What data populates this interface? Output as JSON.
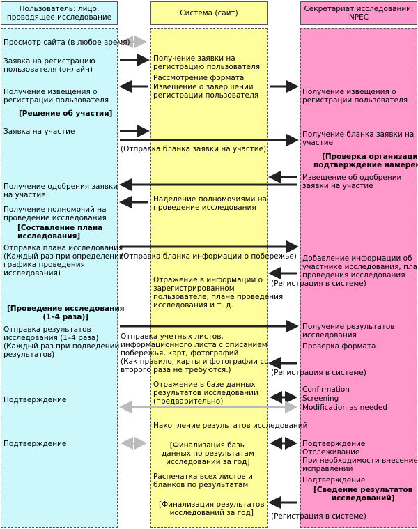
{
  "headers": {
    "user": "Пользователь: лицо,\nпроводящее исследование",
    "system": "Система (сайт)",
    "secretariat": "Секретариат исследований:\nNPEC"
  },
  "user": {
    "browse": "Просмотр сайта (в любое время)",
    "apply_reg": "Заявка на регистрацию\nпользователя (онлайн)",
    "recv_reg_notice": "Получение извещения о\nрегистрации пользователя",
    "decision": "[Решение об участии]",
    "apply_participation": "Заявка на участие",
    "recv_approval": "Получение одобрения заявки\nна участие",
    "recv_authority": "Получение полномочий на\nпроведение исследования",
    "plan_heading": "[Составление плана\nисследования]",
    "send_plan": "Отправка плана исследования\n(Каждый раз при определении\nграфика проведения\nисследования)",
    "conduct": "[Проведение исследования\n(1–4 раза)]",
    "send_results": "Отправка результатов\nисследования (1–4 раза)\n(Каждый раз при подведении\nрезультатов)",
    "confirm1": "Подтверждение",
    "confirm2": "Подтверждение"
  },
  "system": {
    "recv_reg": "Получение заявки на\nрегистрацию пользователя",
    "check_format": "Рассмотрение формата",
    "reg_complete": "Извещение о завершении\nрегистрации пользователя",
    "send_form": "(Отправка бланка заявки на участие)",
    "grant_authority": "Наделение полномочиями на\nпроведение исследования",
    "send_coast_info": "(Отправка бланка информации о побережье)",
    "reflect_info": "Отражение в информации о\nзарегистрированном\nпользователе, плане проведения\nисследования и т. д.",
    "send_sheets": "Отправка учетных листов,\nинформационного листа с описанием\nпобережья, карт, фотографий\n(Как правило, карты и фотографии со\nвторого раза не требуются.)",
    "reflect_db": "Отражение в базе данных\nрезультатов исследований\n(предварительно)",
    "accumulate": "Накопление результатов исследований",
    "finalize_db": "[Финализация базы\nданных по результатам\nисследований за год]",
    "print_all": "Распечатка всех листов и\nбланков по результатам",
    "finalize_year": "[Финализация результатов\nисследований за год]"
  },
  "secretariat": {
    "recv_reg_notice": "Получение извещения о\nрегистрации пользователя",
    "recv_form": "Получение бланка заявки на\nучастие",
    "verify_org": "[Проверка организации,\nподтверждение намерений]",
    "approval_notice": "Извещение об одобрении\nзаявки на участие",
    "add_info": "Добавление информации об\nучастнике исследования, плана\nпроведения исследования",
    "register1": "(Регистрация в системе)",
    "recv_results": "Получение результатов\nисследования",
    "check_format": "Проверка формата",
    "register2": "(Регистрация в системе)",
    "confirmation_en": "Confirmation",
    "screening_en": "Screening",
    "modification_en": "Modification as needed",
    "confirm_check": "Подтверждение\nОтслеживание\nПри необходимости внесение\nисправлений",
    "confirm": "Подтверждение",
    "summary": "[Сведение результатов\nисследований]",
    "register3": "(Регистрация в системе)"
  },
  "colors": {
    "user_column": "#ccf8fc",
    "system_column": "#fffe9c",
    "secretariat_column": "#ff99cc",
    "arrow_dark": "#222222",
    "arrow_light": "#c8c8c8"
  }
}
